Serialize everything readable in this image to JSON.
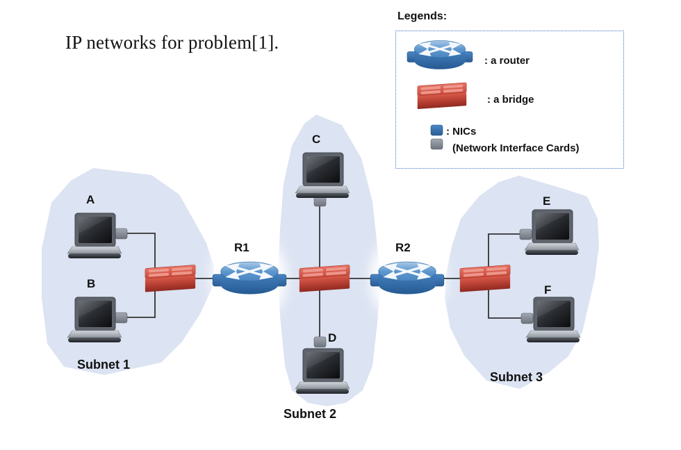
{
  "title": "IP networks for problem[1].",
  "legend": {
    "heading": "Legends:",
    "items": [
      {
        "icon": "router-icon",
        "label": ": a router"
      },
      {
        "icon": "bridge-icon",
        "label": ": a bridge"
      },
      {
        "icon": "nic-icon",
        "label": ": NICs",
        "sublabel": "(Network Interface Cards)"
      }
    ]
  },
  "diagram": {
    "hosts": [
      {
        "label": "A"
      },
      {
        "label": "B"
      },
      {
        "label": "C"
      },
      {
        "label": "D"
      },
      {
        "label": "E"
      },
      {
        "label": "F"
      }
    ],
    "routers": [
      {
        "label": "R1"
      },
      {
        "label": "R2"
      }
    ],
    "subnets": [
      {
        "label": "Subnet 1"
      },
      {
        "label": "Subnet 2"
      },
      {
        "label": "Subnet 3"
      }
    ]
  },
  "colors": {
    "subnet_fill": "#dce3f2",
    "router_blue": "#3f7ec2",
    "bridge_red": "#c7473a",
    "nic_blue": "#3c7ac2",
    "nic_gray": "#8e949e",
    "line": "#333333",
    "legend_border": "#4472c4"
  }
}
